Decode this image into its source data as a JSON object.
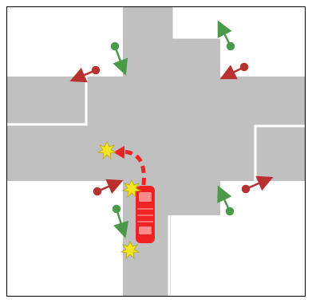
{
  "diagram": {
    "background_color": "#ffffff",
    "road_color": "#c0c0c0",
    "curb_color": "#ffffff",
    "border_color": "#000000",
    "vehicle_color": "#ee2222",
    "maneuver_color": "#ee2222",
    "pedestrian_green_color": "#4a9a4a",
    "pedestrian_red_color": "#b83030",
    "conflict_marker_color": "#f2e622",
    "vehicle_maneuver": "left-turn",
    "pedestrian_signals": {
      "green_count": 4,
      "red_count": 4
    },
    "conflict_points": 3
  }
}
